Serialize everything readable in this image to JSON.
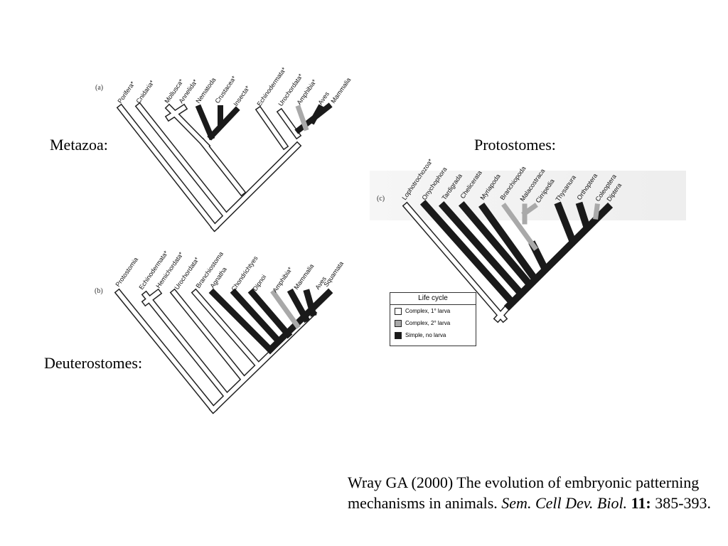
{
  "headings": {
    "metazoa": "Metazoa:",
    "protostomes": "Protostomes:",
    "deuterostomes": "Deuterostomes:"
  },
  "panels": {
    "a": {
      "letter": "(a)",
      "taxa": [
        "Porifera*",
        "Cnidaria*",
        "Mollusca*",
        "Annelida*",
        "Nematoda",
        "Crustacea*",
        "Insecta*",
        "Echinodermata*",
        "Urochordata*",
        "Amphibia*",
        "Aves",
        "Mammalia"
      ]
    },
    "b": {
      "letter": "(b)",
      "taxa": [
        "Protostomia",
        "Echinodermata*",
        "Hemichordata*",
        "Urochordata*",
        "Branchiostoma",
        "Agnatha",
        "Chondrichtyes",
        "Dipnoi",
        "Amphibia*",
        "Mammalia",
        "Aves",
        "Squamata"
      ]
    },
    "c": {
      "letter": "(c)",
      "taxa": [
        "Lophotrochozoa*",
        "Onychophora",
        "Tardigrada",
        "Chelicerata",
        "Myriapoda",
        "Branchiopoda",
        "Malacostraca",
        "Cirripedia",
        "Thysanura",
        "Orthoptera",
        "Coleoptera",
        "Diptera"
      ]
    }
  },
  "legend": {
    "title": "Life cycle",
    "items": [
      {
        "label": "Complex, 1° larva",
        "color": "#ffffff"
      },
      {
        "label": "Complex, 2° larva",
        "color": "#a9a9a9"
      },
      {
        "label": "Simple, no larva",
        "color": "#1a1a1a"
      }
    ]
  },
  "citation": {
    "author": "Wray GA (2000) The evolution of embryonic patterning mechanisms in animals.",
    "journal": "Sem. Cell Dev. Biol.",
    "volume": "11:",
    "pages": "385-393."
  }
}
